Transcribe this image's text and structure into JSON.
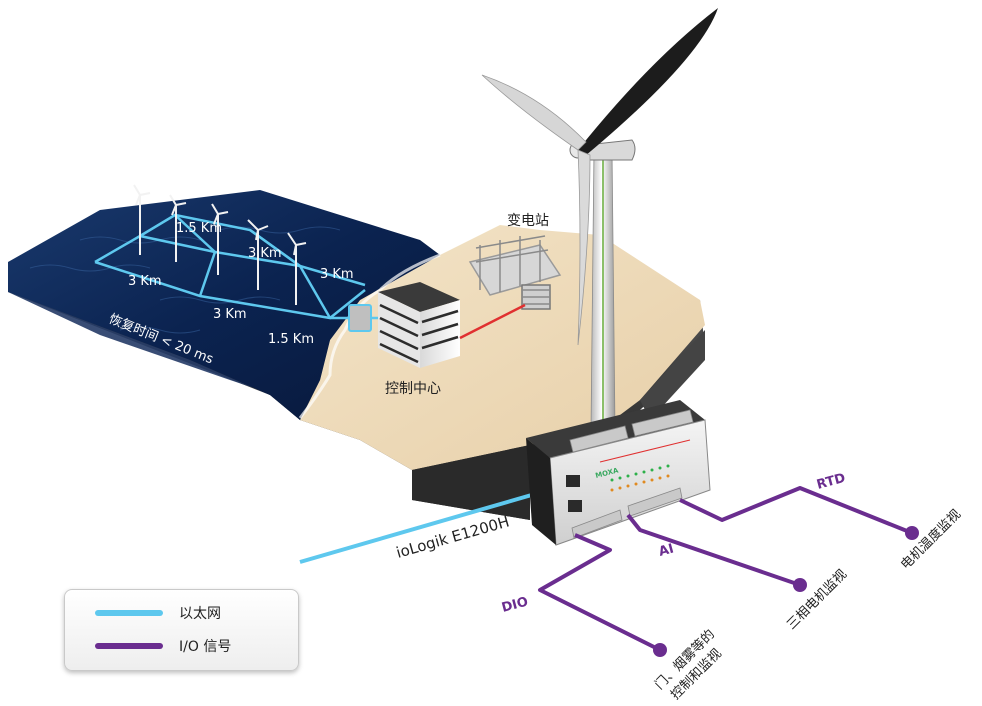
{
  "colors": {
    "ethernet": "#5ec8ee",
    "io_signal": "#6a2d8f",
    "sea": "#0c2550",
    "sand": "#efdcbc",
    "rock": "#3a3a3a",
    "power_line": "#e03030"
  },
  "grid_labels": {
    "d1": "1.5 Km",
    "d2": "3 Km",
    "d3": "3 Km",
    "d4": "3 Km",
    "d5": "3 Km",
    "d6": "1.5 Km"
  },
  "recovery_time": "恢复时间 < 20 ms",
  "substation": "变电站",
  "control_center": "控制中心",
  "device": {
    "name": "ioLogik E1200H",
    "brand": "MOXA"
  },
  "io_labels": {
    "rtd": "RTD",
    "ai": "AI",
    "dio": "DIO"
  },
  "endpoints": {
    "motor_temp": "电机温度监视",
    "three_phase": "三相电机监视",
    "door_line1": "门、烟雾等的",
    "door_line2": "控制和监视"
  },
  "legend": {
    "ethernet": "以太网",
    "io": "I/O 信号"
  }
}
